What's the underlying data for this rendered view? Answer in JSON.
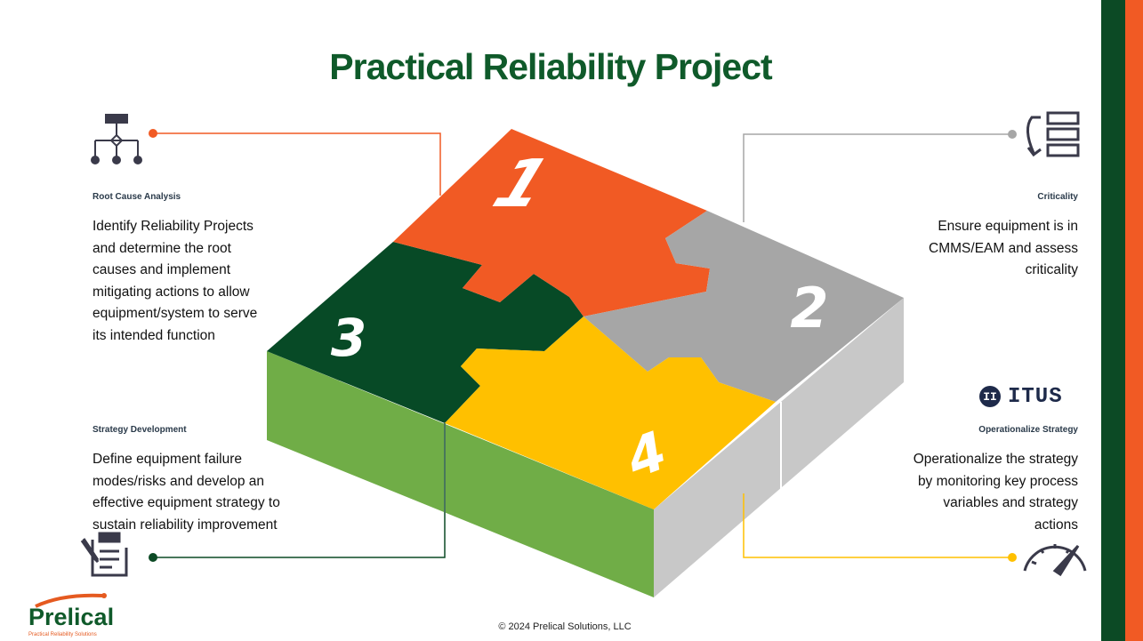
{
  "title": "Practical Reliability Project",
  "sections": {
    "root_cause": {
      "heading": "Root Cause Analysis",
      "lines": [
        "Identify Reliability Projects",
        "and determine the root",
        "causes and implement",
        "mitigating actions to allow",
        "equipment/system to serve",
        "its intended function"
      ]
    },
    "criticality": {
      "heading": "Criticality",
      "lines": [
        "Ensure equipment is in",
        "CMMS/EAM and assess",
        "criticality"
      ]
    },
    "strategy_dev": {
      "heading": "Strategy Development",
      "lines": [
        "Define equipment failure",
        "modes/risks and develop an",
        "effective equipment strategy to",
        "sustain reliability improvement"
      ]
    },
    "operationalize": {
      "heading": "Operationalize Strategy",
      "lines": [
        "Operationalize the strategy",
        "by monitoring key process",
        "variables and strategy",
        "actions"
      ]
    }
  },
  "puzzle": {
    "piece1": "1",
    "piece2": "2",
    "piece3": "3",
    "piece4": "4"
  },
  "itus_brand": "ITUS",
  "itus_mark": "II",
  "logo": {
    "name": "Prelical",
    "tagline": "Practical Reliability Solutions"
  },
  "footer": "© 2024 Prelical Solutions, LLC",
  "colors": {
    "orange": "#f15a24",
    "gray": "#a6a6a6",
    "dark_green": "#074a26",
    "yellow": "#ffc000",
    "light_green": "#70ad47",
    "title_green": "#0f5a2a"
  },
  "icons": {
    "root_cause": "hierarchy-icon",
    "criticality": "priority-list-icon",
    "strategy_dev": "clipboard-edit-icon",
    "operationalize": "gauge-icon"
  }
}
